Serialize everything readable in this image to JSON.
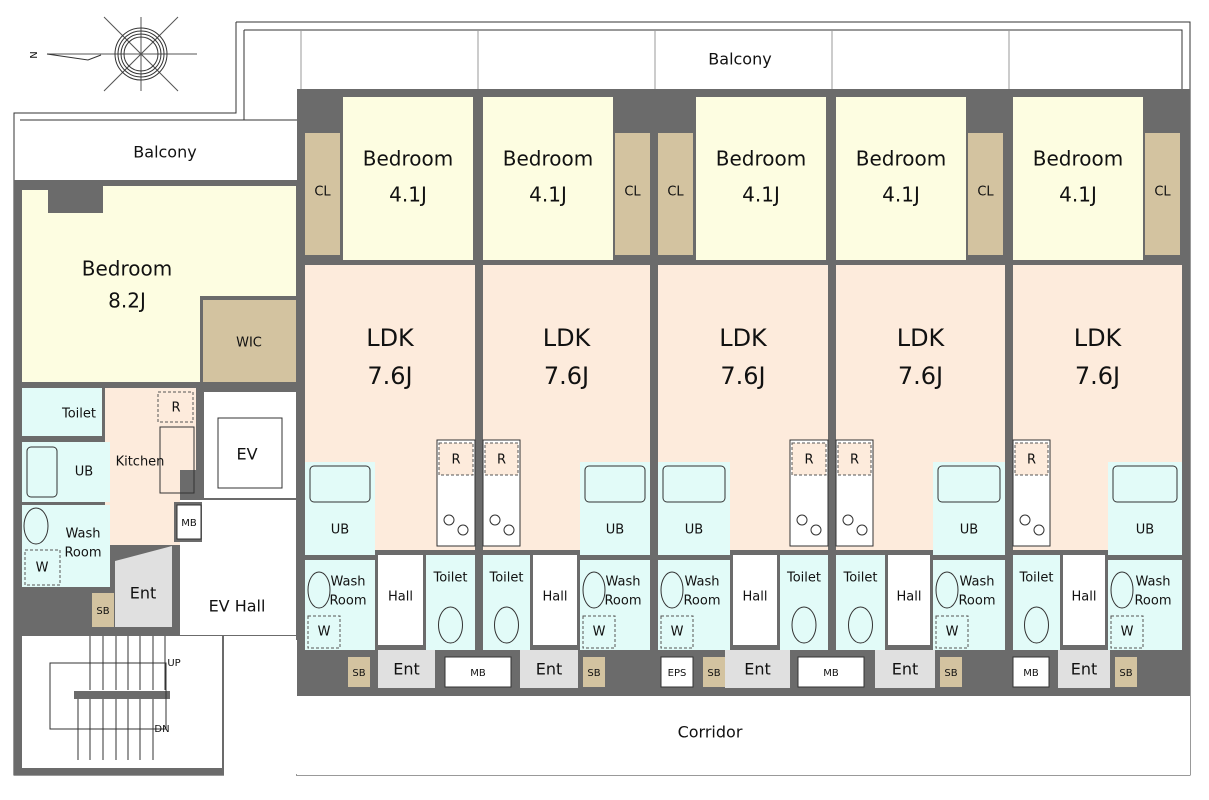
{
  "north": "N",
  "balcony_left": "Balcony",
  "balcony_top": "Balcony",
  "corridor": "Corridor",
  "ev_hall": "EV Hall",
  "ev": "EV",
  "stairs": {
    "up": "UP",
    "down": "DN"
  },
  "corner_unit": {
    "bedroom": "Bedroom",
    "bedroom_size": "8.2J",
    "wic": "WIC",
    "toilet": "Toilet",
    "ub": "UB",
    "kitchen": "Kitchen",
    "wash_1": "Wash",
    "wash_2": "Room",
    "washer": "W",
    "fridge": "R",
    "mb": "MB",
    "ent": "Ent",
    "sb": "SB"
  },
  "unit_labels": {
    "bedroom": "Bedroom",
    "bedroom_size": "4.1J",
    "closet": "CL",
    "ldk": "LDK",
    "ldk_size": "7.6J",
    "ub": "UB",
    "wash_1": "Wash",
    "wash_2": "Room",
    "washer": "W",
    "toilet": "Toilet",
    "hall": "Hall",
    "ent": "Ent",
    "sb": "SB",
    "fridge": "R"
  },
  "meter_boxes": [
    "MB",
    "EPS",
    "MB",
    "MB"
  ],
  "colors": {
    "wall": "#6b6b6b",
    "bedroom": "#fdfde1",
    "ldk": "#fdebdc",
    "wet": "#e2fbf8",
    "closet": "#d3c3a0",
    "entrance": "#e0e0e0"
  }
}
